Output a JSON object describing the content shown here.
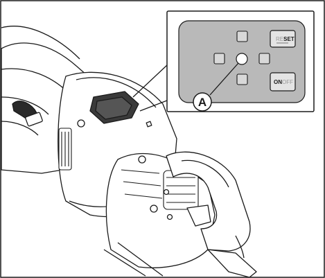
{
  "callout": {
    "label": "A",
    "reset": {
      "dim_part": "RE",
      "bold_part": "SET"
    },
    "onoff": {
      "bold_part": "ON",
      "dim_part": "OFF"
    }
  },
  "colors": {
    "panel_fill": "#d0d0d0",
    "panel_inner": "#a7a7a7",
    "line": "#1a1a1a",
    "dim_text": "#9a9a9a"
  }
}
